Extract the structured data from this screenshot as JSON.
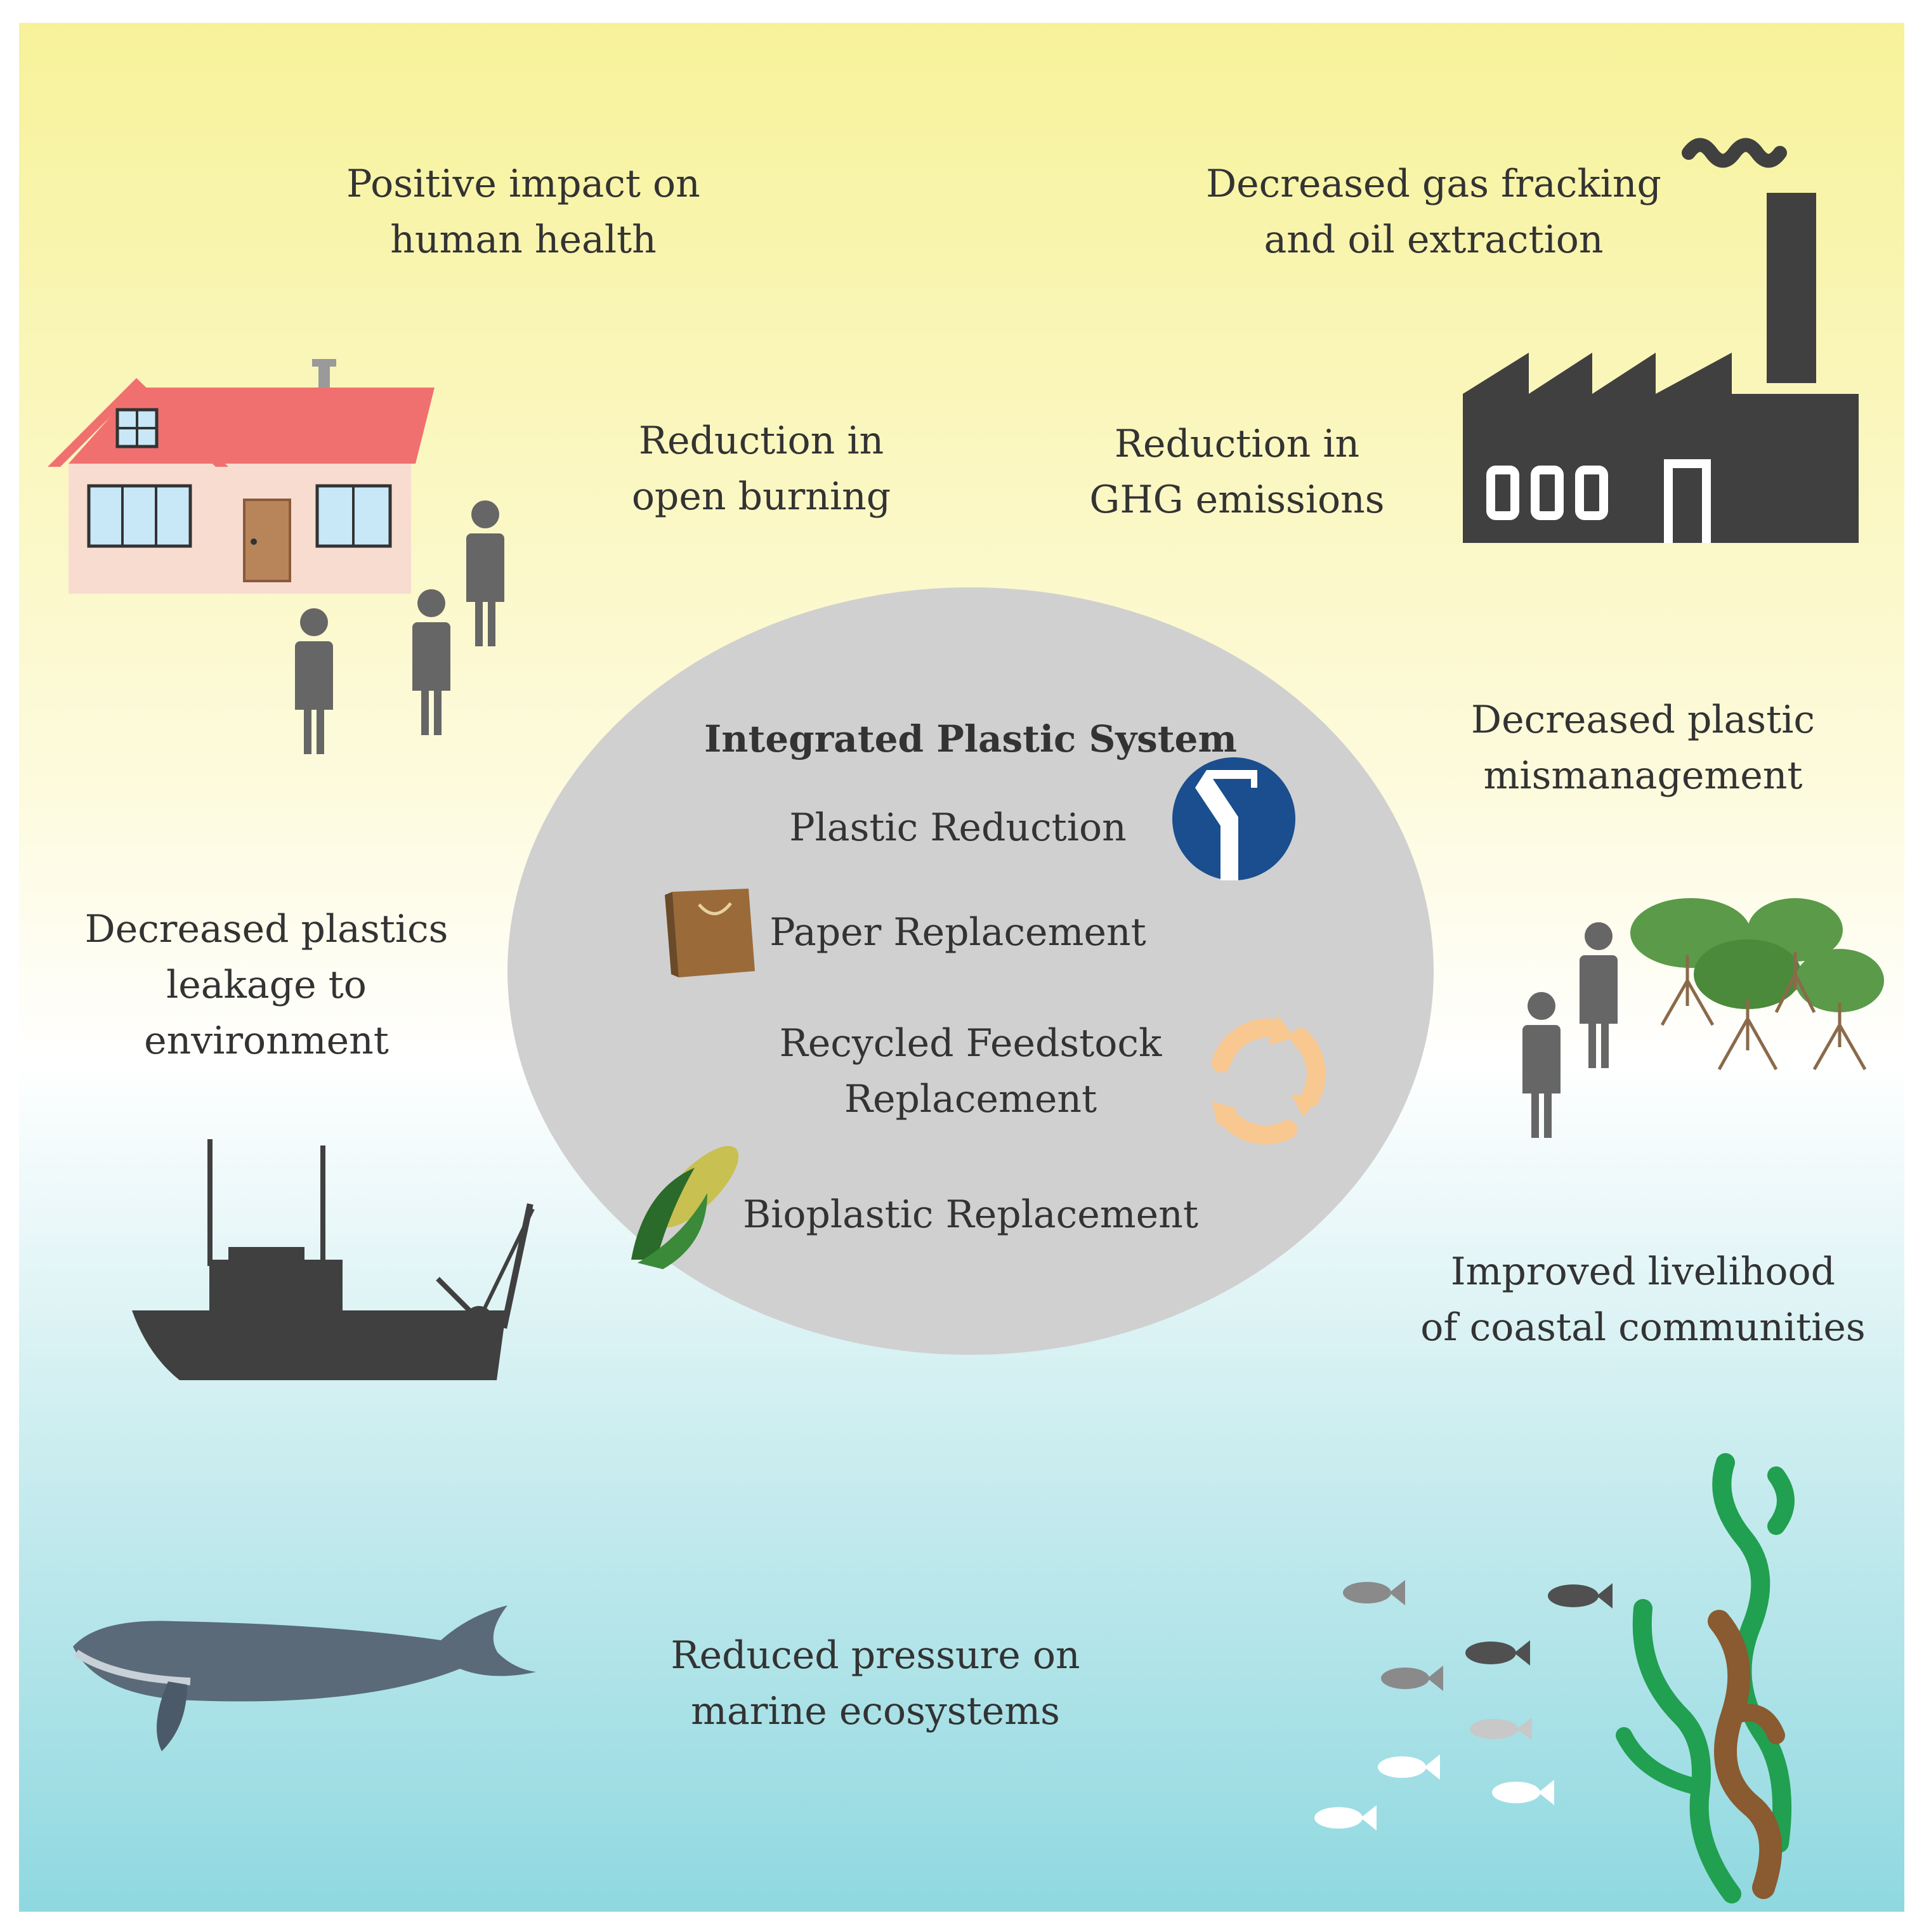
{
  "center": {
    "title": "Integrated Plastic System",
    "items": [
      {
        "lines": [
          "Plastic Reduction"
        ],
        "icon": "water-tap-icon"
      },
      {
        "lines": [
          "Paper Replacement"
        ],
        "icon": "paper-bag-icon"
      },
      {
        "lines": [
          "Recycled Feedstock",
          "Replacement"
        ],
        "icon": "recycle-icon"
      },
      {
        "lines": [
          "Bioplastic Replacement"
        ],
        "icon": "corn-icon"
      }
    ]
  },
  "outcomes": {
    "human_health": [
      "Positive impact on",
      "human health"
    ],
    "fracking": [
      "Decreased gas fracking",
      "and oil extraction"
    ],
    "open_burning": [
      "Reduction in",
      "open burning"
    ],
    "ghg": [
      "Reduction in",
      "GHG emissions"
    ],
    "mismanagement": [
      "Decreased plastic",
      "mismanagement"
    ],
    "leakage": [
      "Decreased plastics",
      "leakage to",
      "environment"
    ],
    "livelihood": [
      "Improved livelihood",
      "of coastal communities"
    ],
    "marine": [
      "Reduced pressure on",
      "marine ecosystems"
    ]
  },
  "icons": [
    "house-icon",
    "person-icon",
    "factory-icon",
    "fishing-boat-icon",
    "mangrove-tree-icon",
    "whale-icon",
    "fish-icon",
    "seaweed-icon"
  ],
  "colors": {
    "bg_top": "#f7f29a",
    "bg_mid": "#ffffff",
    "bg_bottom": "#8fd8e0",
    "ellipse": "#d0d0d0",
    "dark_icon": "#404040",
    "tap_blue": "#1a4e8e",
    "bag_brown": "#9a6a38",
    "recycle_orange": "#f8c890",
    "corn_green": "#2a6a2a",
    "roof_red": "#f07070",
    "tree_green": "#5a9a48",
    "seaweed_green": "#20a050",
    "seaweed_brown": "#8a5a30",
    "whale_grey": "#5a6a78"
  }
}
